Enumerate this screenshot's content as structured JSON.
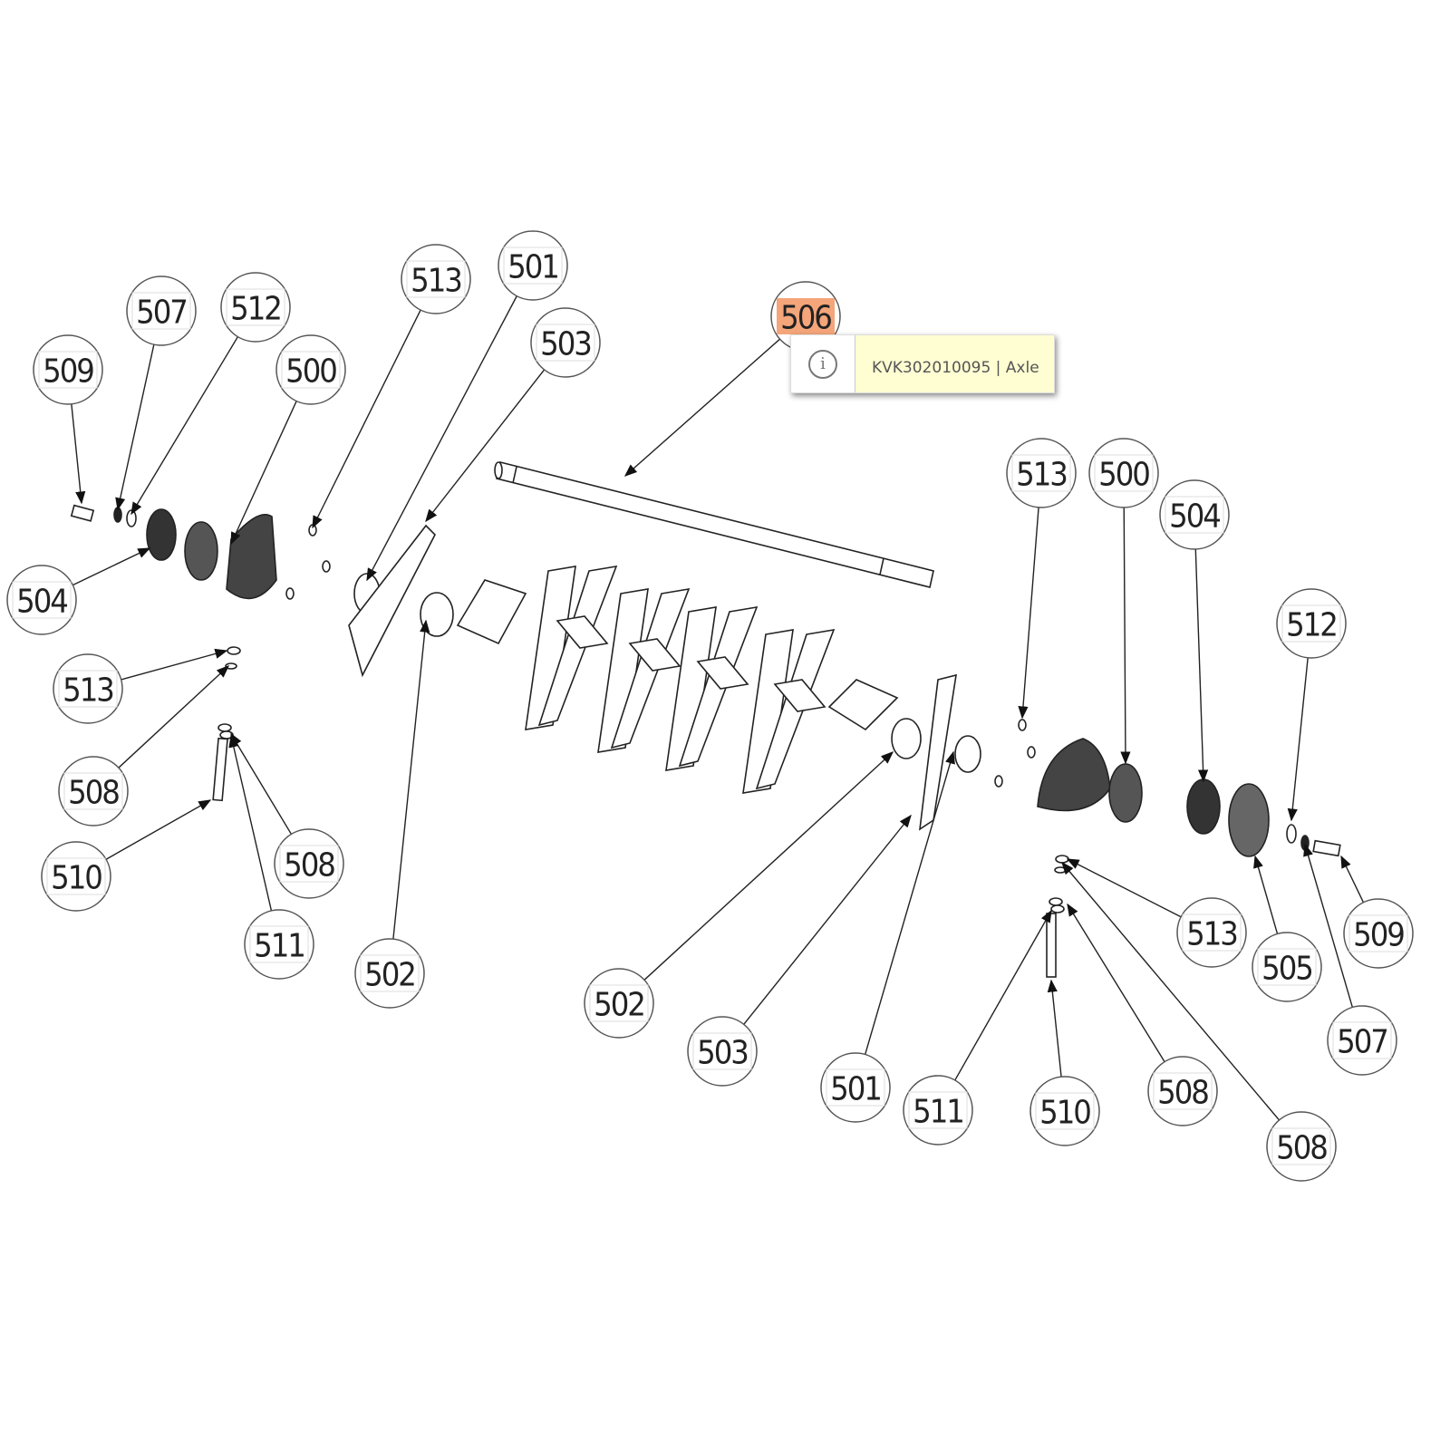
{
  "diagram": {
    "callouts": [
      "509",
      "507",
      "512",
      "500",
      "513",
      "501",
      "503",
      "506",
      "504",
      "513",
      "508",
      "510",
      "508",
      "511",
      "502",
      "502",
      "503",
      "501",
      "511",
      "510",
      "508",
      "508",
      "513",
      "505",
      "509",
      "507",
      "512",
      "504",
      "500",
      "513"
    ],
    "highlighted_index": 7,
    "highlight_color": "#f4a57a"
  },
  "tooltip": {
    "icon": "info-icon",
    "text": "KVK302010095 | Axle"
  }
}
